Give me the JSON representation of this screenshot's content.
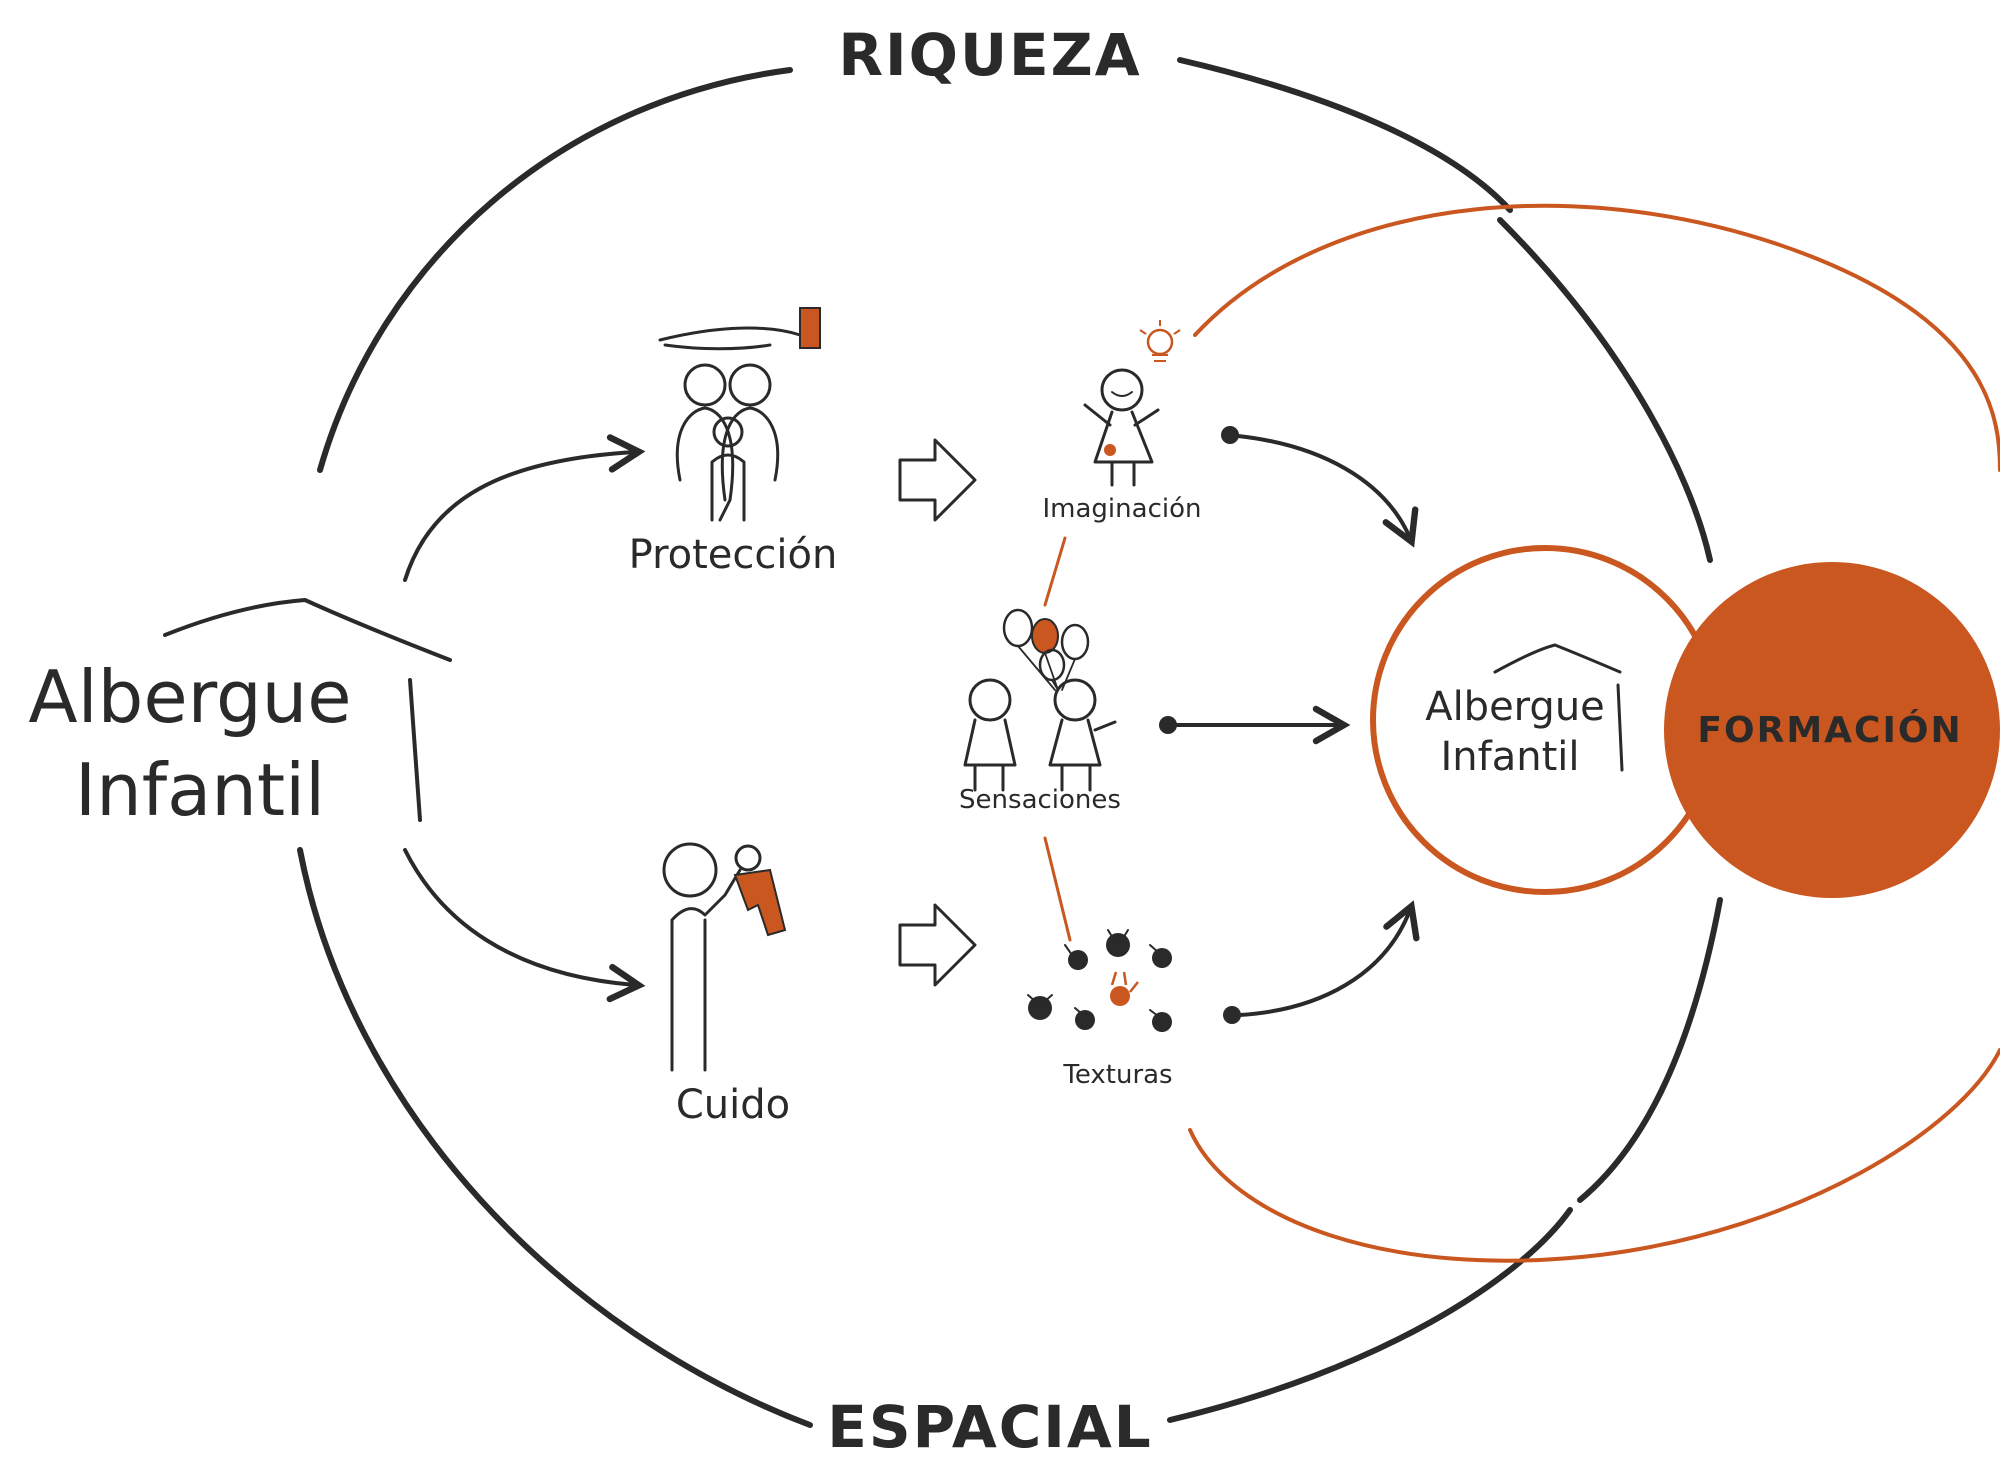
{
  "labels": {
    "top": "RIQUEZA",
    "bottom": "ESPACIAL",
    "left_title_line1": "Albergue",
    "left_title_line2": "Infantil",
    "proteccion": "Protección",
    "cuido": "Cuido",
    "imaginacion": "Imaginación",
    "sensaciones": "Sensaciones",
    "texturas": "Texturas",
    "center_title_line1": "Albergue",
    "center_title_line2": "Infantil",
    "formacion": "FORMACIÓN"
  },
  "colors": {
    "ink": "#2a2a2a",
    "accent": "#c9571f"
  },
  "icons": {
    "proteccion": "family-under-hand-icon",
    "cuido": "adult-holding-child-icon",
    "imaginacion": "child-with-lightbulb-icon",
    "sensaciones": "children-with-balloons-icon",
    "texturas": "handprints-icon"
  }
}
